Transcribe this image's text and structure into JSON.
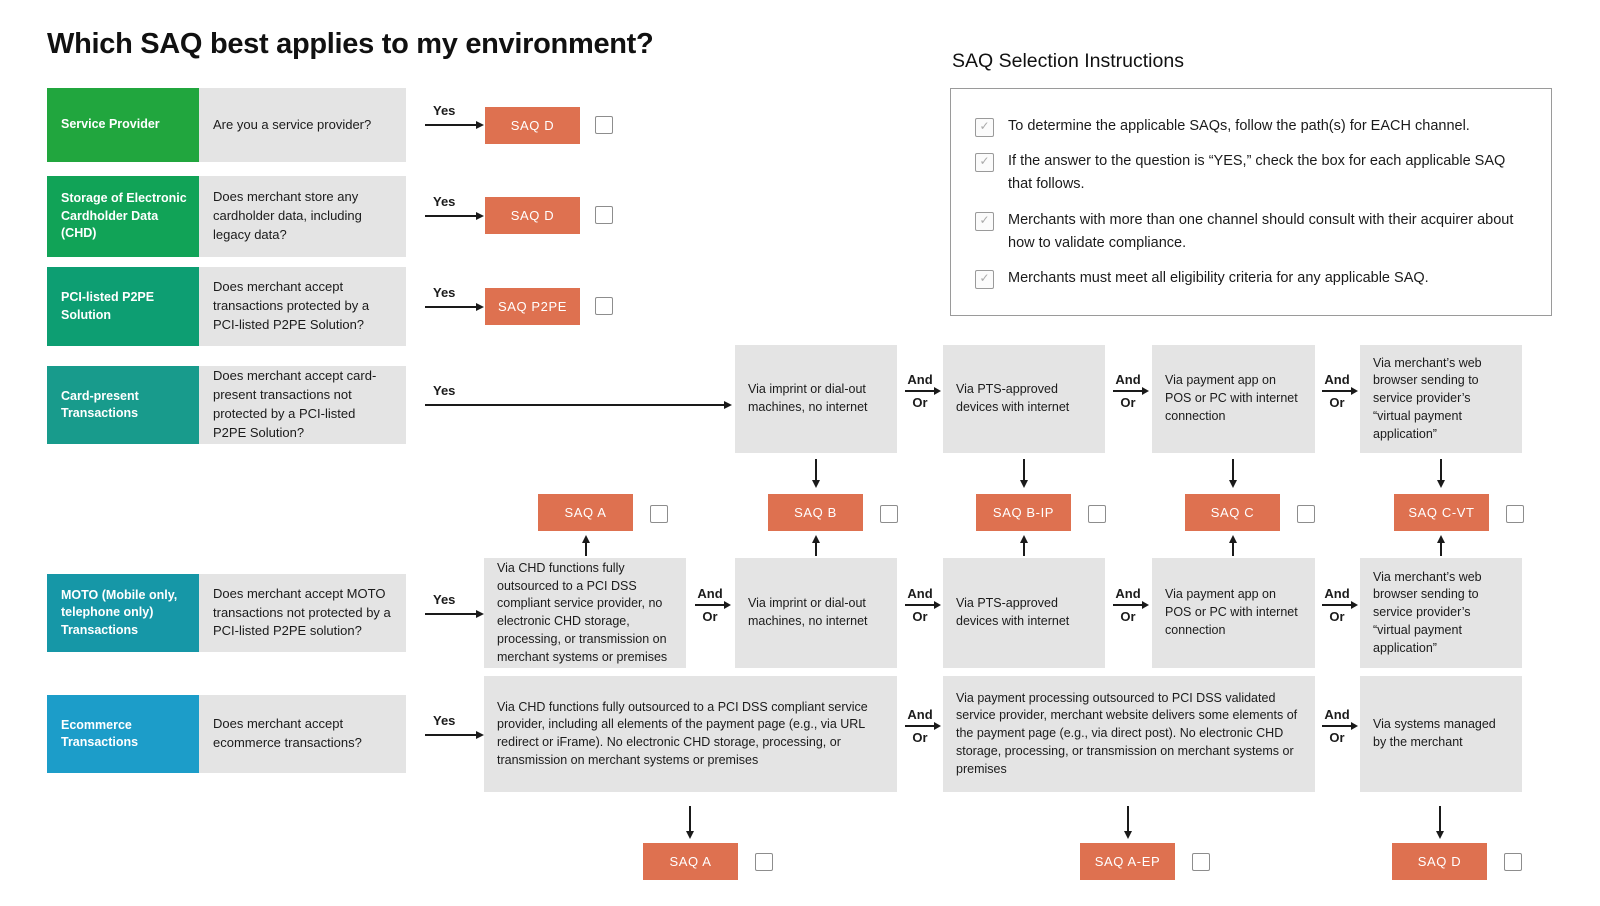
{
  "title": "Which SAQ best applies to my environment?",
  "labels": {
    "yes": "Yes",
    "and": "And",
    "or": "Or"
  },
  "icons": {
    "check": "✓"
  },
  "colors": {
    "saq_orange": "#DE7150",
    "box_gray": "#E4E4E4",
    "arrow_black": "#1A1A1A",
    "instructions_border": "#9A9A9A"
  },
  "channels": [
    {
      "label": "Service Provider",
      "question": "Are you a service provider?",
      "color": "#21A63E"
    },
    {
      "label": "Storage of Electronic Cardholder Data (CHD)",
      "question": "Does merchant store any cardholder data, including legacy data?",
      "color": "#11A357"
    },
    {
      "label": "PCI-listed P2PE Solution",
      "question": "Does merchant accept transactions protected by a PCI-listed P2PE Solution?",
      "color": "#0D9E72"
    },
    {
      "label": "Card-present Transactions",
      "question": "Does merchant accept card-present transactions not protected by a PCI-listed P2PE Solution?",
      "color": "#189B8C"
    },
    {
      "label": "MOTO (Mobile only, telephone only) Transactions",
      "question": "Does merchant accept MOTO transactions not protected by a PCI-listed P2PE solution?",
      "color": "#1697A7"
    },
    {
      "label": "Ecommerce Transactions",
      "question": "Does merchant accept ecommerce transactions?",
      "color": "#1C9DC9"
    }
  ],
  "saq": {
    "top": [
      "SAQ D",
      "SAQ D",
      "SAQ P2PE"
    ],
    "middle": [
      "SAQ A",
      "SAQ B",
      "SAQ B-IP",
      "SAQ C",
      "SAQ C-VT"
    ],
    "bottom": [
      "SAQ A",
      "SAQ A-EP",
      "SAQ D"
    ]
  },
  "instructions": {
    "title": "SAQ Selection Instructions",
    "items": [
      "To determine the applicable SAQs, follow the path(s) for EACH channel.",
      "If the answer to the question is “YES,” check the box for each applicable SAQ that follows.",
      "Merchants with more than one channel should consult with their acquirer about how to validate compliance.",
      "Merchants must meet all eligibility criteria for any applicable SAQ."
    ]
  },
  "chains": {
    "card_present": [
      "Via imprint or dial-out machines, no internet",
      "Via PTS-approved devices with internet",
      "Via payment app on POS or PC with internet connection",
      "Via merchant’s web browser sending to service provider’s “virtual payment application”"
    ],
    "moto": [
      "Via CHD functions fully outsourced to a PCI DSS compliant service provider, no electronic CHD storage, processing, or transmission on merchant systems or premises",
      "Via imprint or dial-out machines, no internet",
      "Via PTS-approved devices with internet",
      "Via payment app on POS or PC with internet connection",
      "Via merchant’s web browser sending to service provider’s “virtual payment application”"
    ],
    "ecommerce": [
      "Via CHD functions fully outsourced to a PCI DSS compliant service provider, including all elements of the payment page (e.g., via URL redirect or iFrame). No electronic CHD storage, processing, or transmission on merchant systems or premises",
      "Via payment processing outsourced to PCI DSS validated service provider, merchant website delivers some elements of the payment page (e.g., via direct post). No electronic CHD storage, processing, or transmission on merchant systems or premises",
      "Via systems managed by the merchant"
    ]
  }
}
